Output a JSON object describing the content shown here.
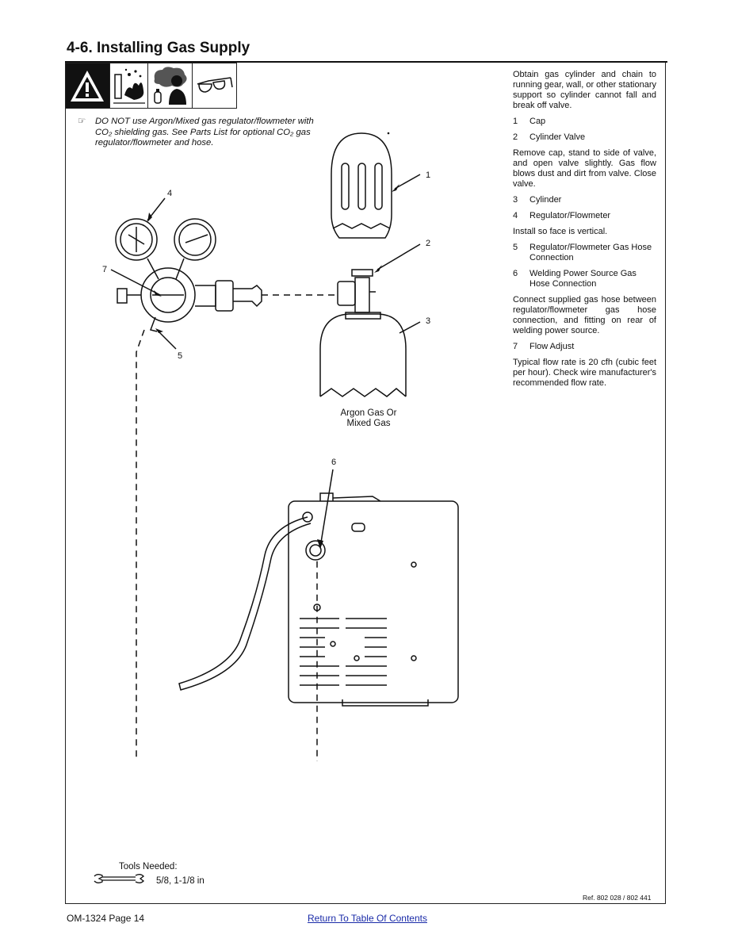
{
  "section": {
    "title": "4-6.   Installing Gas Supply"
  },
  "safety_icons": [
    "warning-icon",
    "fire-hazard-icon",
    "fumes-hazard-icon",
    "safety-glasses-icon"
  ],
  "note": {
    "icon": "pointing-hand-icon",
    "text": "DO NOT use Argon/Mixed gas regulator/flowmeter with CO₂ shielding gas. See Parts List for optional CO₂ gas regulator/flowmeter and hose."
  },
  "instructions": {
    "intro": "Obtain gas cylinder and chain to running gear, wall, or other stationary support so cylinder cannot fall and break off valve.",
    "item1": {
      "num": "1",
      "label": "Cap"
    },
    "item2": {
      "num": "2",
      "label": "Cylinder Valve"
    },
    "para2": "Remove cap, stand to side of valve, and open valve slightly. Gas flow blows dust and dirt from valve. Close valve.",
    "item3": {
      "num": "3",
      "label": "Cylinder"
    },
    "item4": {
      "num": "4",
      "label": "Regulator/Flowmeter"
    },
    "para3": "Install so face is vertical.",
    "item5": {
      "num": "5",
      "label": "Regulator/Flowmeter Gas Hose Connection"
    },
    "item6": {
      "num": "6",
      "label": "Welding Power Source Gas Hose Connection"
    },
    "para4": "Connect supplied gas hose between regulator/flowmeter gas hose connection, and fitting on rear of welding power source.",
    "item7": {
      "num": "7",
      "label": "Flow Adjust"
    },
    "para5": "Typical flow rate is 20 cfh (cubic feet per hour). Check wire manufacturer's recommended flow rate."
  },
  "callouts": {
    "c1": "1",
    "c2": "2",
    "c3": "3",
    "c4": "4",
    "c5": "5",
    "c6": "6",
    "c7": "7"
  },
  "cylinder_caption": {
    "line1": "Argon Gas Or",
    "line2": "Mixed Gas"
  },
  "tools": {
    "heading": "Tools Needed:",
    "icon": "wrench-icon",
    "sizes": "5/8, 1-1/8 in"
  },
  "ref": "Ref. 802 028 / 802 441",
  "footer": {
    "page": "OM-1324 Page 14",
    "link": "Return To Table Of Contents",
    "link_color": "#1a2ba8"
  }
}
